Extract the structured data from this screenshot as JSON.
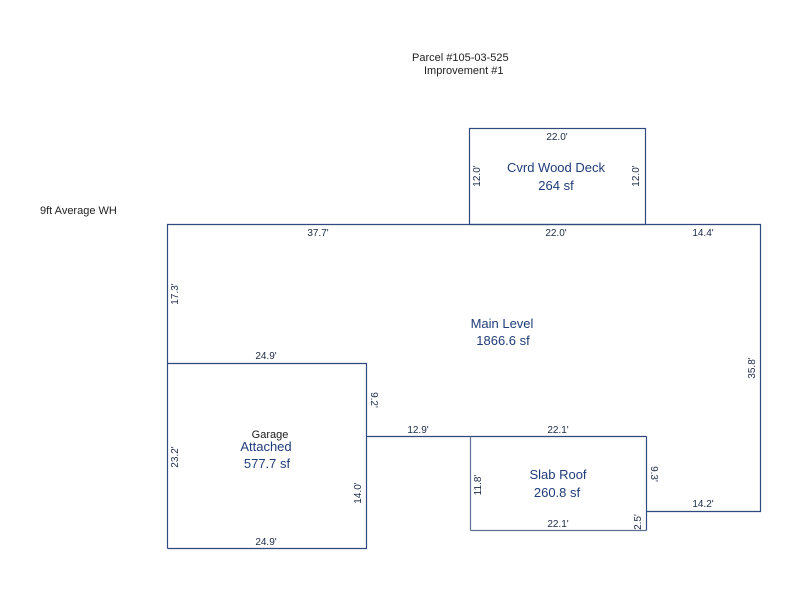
{
  "header": {
    "parcel": "Parcel #105-03-525",
    "improvement": "Improvement #1"
  },
  "note": "9ft Average WH",
  "colors": {
    "outline": "#2f4a7e",
    "area_label": "#1f3c7a",
    "dimension_label": "#1c2a48",
    "background": "#ffffff"
  },
  "areas": {
    "deck": {
      "name": "Cvrd Wood Deck",
      "area": "264 sf"
    },
    "main": {
      "name": "Main Level",
      "area": "1866.6 sf"
    },
    "garage": {
      "category": "Garage",
      "name": "Attached",
      "area": "577.7 sf"
    },
    "slab": {
      "name": "Slab Roof",
      "area": "260.8 sf"
    }
  },
  "dimensions": {
    "deck_top": "22.0'",
    "deck_left": "12.0'",
    "deck_right": "12.0'",
    "deck_bottom": "22.0'",
    "main_top_left": "37.7'",
    "main_top_right": "14.4'",
    "main_left": "17.3'",
    "main_right": "35.8'",
    "garage_top": "24.9'",
    "garage_left": "23.2'",
    "garage_bottom": "24.9'",
    "garage_right_lower": "14.0'",
    "garage_right_upper": "9.2'",
    "connector": "12.9'",
    "slab_top": "22.1'",
    "slab_bottom": "22.1'",
    "slab_left": "11.8'",
    "slab_right": "9.3'",
    "slab_step": "2.5'",
    "main_bottom_right": "14.2'"
  }
}
